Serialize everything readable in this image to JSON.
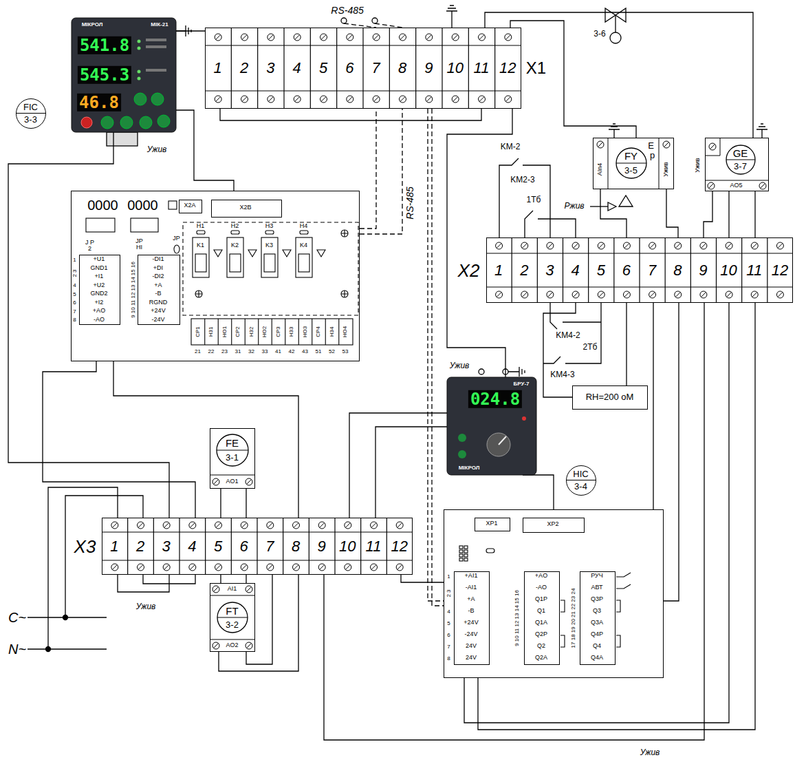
{
  "diagram": {
    "nodes": [
      {
        "text": [
          "FIC",
          "3-3"
        ]
      },
      {
        "text": [
          "МІКРОЛ",
          "МІК-21",
          "541.8",
          "545.3",
          "46.8"
        ]
      },
      {
        "text": [
          "1",
          "2",
          "3",
          "4",
          "5",
          "6",
          "7",
          "8",
          "9",
          "10",
          "11",
          "12",
          "X1"
        ]
      },
      {
        "text": [
          "0000",
          "0000",
          "J P 2",
          "JP HI",
          "JP",
          "H1",
          "H2",
          "H3",
          "H4",
          "K1",
          "K2",
          "K3",
          "K4",
          "CP1",
          "H31",
          "HO1",
          "CP2",
          "H32",
          "HO2",
          "CP3",
          "H33",
          "HO3",
          "CP4",
          "H34",
          "HO4",
          "21",
          "22",
          "23",
          "31",
          "32",
          "33",
          "41",
          "42",
          "43",
          "51",
          "52",
          "53",
          "1",
          "2 3",
          "4",
          "5",
          "6",
          "7",
          "8",
          "9 10 11 12 13 14 15 16"
        ]
      },
      {
        "text": [
          "X2A"
        ],
        "in": 3
      },
      {
        "text": [
          "X2B"
        ],
        "in": 3
      },
      {
        "text": [
          "+U1",
          "GND1",
          "+I1",
          "+U2",
          "GND2",
          "+I2",
          "+AO",
          "-AO"
        ],
        "in": 3
      },
      {
        "text": [
          "-DI1",
          "+DI",
          "-DI2",
          "+A",
          "-B",
          "RGND",
          "+24V",
          "-24V"
        ],
        "in": 3
      },
      {
        "text": [
          "AIn4",
          "FY",
          "3-5",
          "E",
          "p",
          "Ужив"
        ]
      },
      {
        "text": [
          "Ужив",
          "GE",
          "3-7",
          "AO5"
        ]
      },
      {
        "text": [
          "X2",
          "1",
          "2",
          "3",
          "4",
          "5",
          "6",
          "7",
          "8",
          "9",
          "10",
          "11",
          "12"
        ]
      },
      {
        "text": [
          "RH=200 оМ"
        ]
      },
      {
        "text": [
          "024.8",
          "БРУ-7",
          "МІКРОЛ"
        ]
      },
      {
        "text": [
          "HIC",
          "3-4"
        ]
      },
      {
        "text": [
          "FE",
          "3-1",
          "AO1"
        ]
      },
      {
        "text": [
          "AI1",
          "FT",
          "3-2",
          "AO2"
        ]
      },
      {
        "text": [
          "X3",
          "1",
          "2",
          "3",
          "4",
          "5",
          "6",
          "7",
          "8",
          "9",
          "10",
          "11",
          "12"
        ]
      },
      {
        "text": [
          "1",
          "2 3",
          "4",
          "5",
          "6",
          "7",
          "8",
          "9 10 11 12 13 14 15 16",
          "17 18 19 20 21 22 23 24"
        ]
      },
      {
        "text": [
          "XP1"
        ],
        "in": 17
      },
      {
        "text": [
          "XP2"
        ],
        "in": 17
      },
      {
        "text": [
          "+AI1",
          "-AI1",
          "+A",
          "-B",
          "+24V",
          "-24V",
          "24V",
          "24V"
        ],
        "in": 17
      },
      {
        "text": [
          "+AO",
          "-AO",
          "Q1P",
          "Q1",
          "Q1A",
          "Q2P",
          "Q2",
          "Q2A"
        ],
        "in": 17
      },
      {
        "text": [
          "РУЧ",
          "АВТ",
          "Q3P",
          "Q3",
          "Q3A",
          "Q4P",
          "Q4",
          "Q4A"
        ],
        "in": 17
      }
    ],
    "edges": [
      {
        "from": 1,
        "to": 2,
        "arrow": "none"
      },
      {
        "from": 1,
        "to": 5,
        "arrow": "none"
      },
      {
        "from": 1,
        "to": 16,
        "arrow": "none"
      },
      {
        "from": 3,
        "to": 2,
        "arrow": "none"
      },
      {
        "from": 2,
        "to": 20,
        "arrow": "none"
      },
      {
        "from": 2,
        "to": 8,
        "arrow": "none"
      },
      {
        "from": 2,
        "to": 9,
        "arrow": "none"
      },
      {
        "from": 8,
        "to": 10,
        "arrow": "none"
      },
      {
        "from": 9,
        "to": 10,
        "arrow": "none"
      },
      {
        "from": 10,
        "to": 11,
        "arrow": "none"
      },
      {
        "from": 10,
        "to": 22,
        "arrow": "none"
      },
      {
        "from": 10,
        "to": 21,
        "arrow": "none"
      },
      {
        "from": 12,
        "to": 16,
        "arrow": "none"
      },
      {
        "from": 12,
        "to": 19,
        "arrow": "none"
      },
      {
        "from": 16,
        "to": 14,
        "arrow": "none"
      },
      {
        "from": 16,
        "to": 15,
        "arrow": "none"
      },
      {
        "from": 16,
        "to": 20,
        "arrow": "none"
      },
      {
        "from": 6,
        "to": 16,
        "arrow": "none"
      },
      {
        "from": 10,
        "to": 16,
        "arrow": "none"
      },
      {
        "from": 2,
        "to": 12,
        "arrow": "none"
      }
    ],
    "labels": [
      "RS-485",
      "RS-485",
      "KM-2",
      "KM2-3",
      "1Тб",
      "KM4-2",
      "2Тб",
      "KM4-3",
      "3-6",
      "Ржив",
      "Ужив",
      "Ужив",
      "Ужив",
      "Ужив",
      "C~",
      "N~"
    ]
  }
}
